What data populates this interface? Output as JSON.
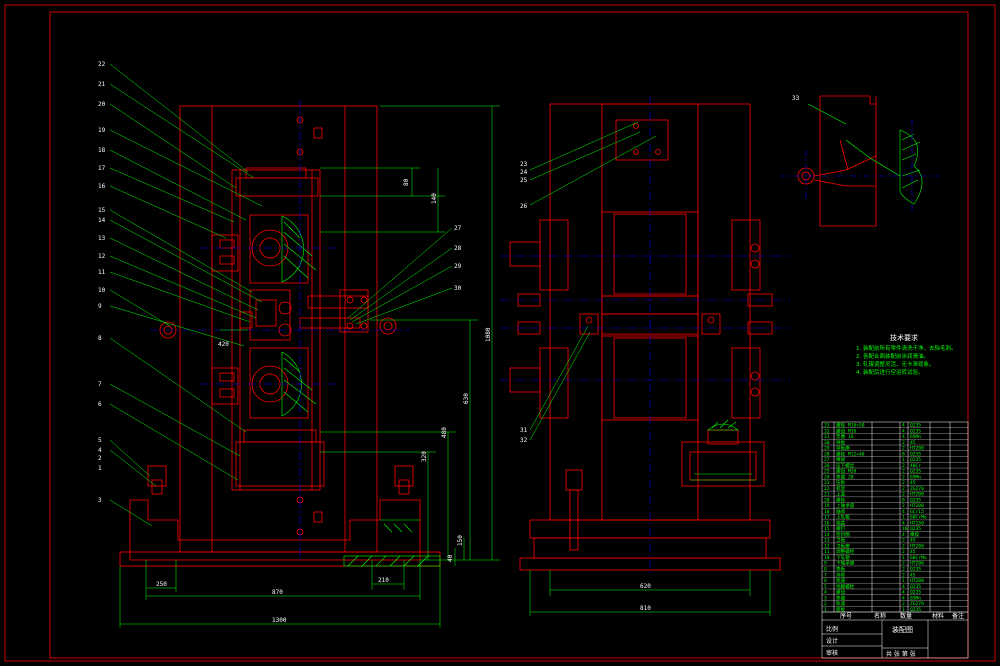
{
  "colors": {
    "background": "#000000",
    "outline": "#ff0000",
    "leader": "#00ff00",
    "center": "#0000ff",
    "hatch": "#00ff00",
    "border": "#ff0000",
    "text": "#ffffff"
  },
  "balloons_left": [
    "22",
    "21",
    "20",
    "19",
    "18",
    "17",
    "16",
    "15",
    "14",
    "13",
    "12",
    "11",
    "10",
    "9",
    "8",
    "7",
    "6",
    "5",
    "4",
    "3",
    "2",
    "1"
  ],
  "balloons_right_left": [
    "23",
    "24",
    "25",
    "26"
  ],
  "balloons_mid": [
    "27",
    "28",
    "29",
    "30"
  ],
  "balloons_side": [
    "31",
    "32"
  ],
  "balloon_detail": "33",
  "dims_front": {
    "d_top_a": "80",
    "d_top_b": "140",
    "d_mid": "420",
    "d_tall": "1080",
    "d_630": "630",
    "d_480": "480",
    "d_320": "320",
    "d_150": "150",
    "d_40": "40",
    "d_250": "250",
    "d_870": "870",
    "d_1300": "1300",
    "d_210": "210"
  },
  "dims_side": {
    "d_620": "620",
    "d_810": "810"
  },
  "notes": {
    "title": "技术要求",
    "lines": [
      "1. 装配前所有零件清洗干净，去除毛刺。",
      "2. 各配合面装配前涂润滑油。",
      "3. 轧辊调整灵活，无卡滞现象。",
      "4. 装配后进行空运转试验。"
    ]
  },
  "title_block": {
    "drawing_name": "装配图",
    "scale_label": "比例",
    "sheet_label": "共 张 第 张",
    "designer_label": "设计",
    "checker_label": "审核",
    "school": "",
    "code": "",
    "header_cols": [
      "序号",
      "名称",
      "数量",
      "材料",
      "备注"
    ]
  },
  "bom_rows": [
    {
      "no": "33",
      "name": "螺栓 M16×50",
      "qty": "4",
      "mat": "Q235"
    },
    {
      "no": "32",
      "name": "螺母 M16",
      "qty": "4",
      "mat": "Q235"
    },
    {
      "no": "31",
      "name": "垫圈 16",
      "qty": "4",
      "mat": "65Mn"
    },
    {
      "no": "30",
      "name": "导板",
      "qty": "2",
      "mat": "45"
    },
    {
      "no": "29",
      "name": "导板座",
      "qty": "2",
      "mat": "HT200"
    },
    {
      "no": "28",
      "name": "螺栓 M12×40",
      "qty": "8",
      "mat": "Q235"
    },
    {
      "no": "27",
      "name": "横梁",
      "qty": "1",
      "mat": "Q235"
    },
    {
      "no": "26",
      "name": "压下螺丝",
      "qty": "2",
      "mat": "40Cr"
    },
    {
      "no": "25",
      "name": "螺母 M20",
      "qty": "2",
      "mat": "Q235"
    },
    {
      "no": "24",
      "name": "垫圈 20",
      "qty": "2",
      "mat": "65Mn"
    },
    {
      "no": "23",
      "name": "压板",
      "qty": "2",
      "mat": "45"
    },
    {
      "no": "22",
      "name": "机架",
      "qty": "2",
      "mat": "ZG270"
    },
    {
      "no": "21",
      "name": "上盖",
      "qty": "2",
      "mat": "HT200"
    },
    {
      "no": "20",
      "name": "螺栓",
      "qty": "8",
      "mat": "Q235"
    },
    {
      "no": "19",
      "name": "上轴承座",
      "qty": "2",
      "mat": "HT200"
    },
    {
      "no": "18",
      "name": "轴承",
      "qty": "4",
      "mat": "GCr15"
    },
    {
      "no": "17",
      "name": "上轧辊",
      "qty": "1",
      "mat": "60CrMo"
    },
    {
      "no": "16",
      "name": "端盖",
      "qty": "4",
      "mat": "HT150"
    },
    {
      "no": "15",
      "name": "螺钉",
      "qty": "16",
      "mat": "Q235"
    },
    {
      "no": "14",
      "name": "密封圈",
      "qty": "4",
      "mat": "橡胶"
    },
    {
      "no": "13",
      "name": "卫板",
      "qty": "2",
      "mat": "45"
    },
    {
      "no": "12",
      "name": "卫板座",
      "qty": "2",
      "mat": "HT200"
    },
    {
      "no": "11",
      "name": "调整螺栓",
      "qty": "2",
      "mat": "45"
    },
    {
      "no": "10",
      "name": "下轧辊",
      "qty": "1",
      "mat": "60CrMo"
    },
    {
      "no": "9",
      "name": "下轴承座",
      "qty": "2",
      "mat": "HT200"
    },
    {
      "no": "8",
      "name": "垫板",
      "qty": "2",
      "mat": "Q235"
    },
    {
      "no": "7",
      "name": "斜楔",
      "qty": "2",
      "mat": "45"
    },
    {
      "no": "6",
      "name": "底座",
      "qty": "1",
      "mat": "HT200"
    },
    {
      "no": "5",
      "name": "地脚螺栓",
      "qty": "4",
      "mat": "Q235"
    },
    {
      "no": "4",
      "name": "螺母",
      "qty": "4",
      "mat": "Q235"
    },
    {
      "no": "3",
      "name": "垫圈",
      "qty": "4",
      "mat": "65Mn"
    },
    {
      "no": "2",
      "name": "轨座",
      "qty": "2",
      "mat": "ZG270"
    },
    {
      "no": "1",
      "name": "底板",
      "qty": "1",
      "mat": "Q235"
    }
  ]
}
